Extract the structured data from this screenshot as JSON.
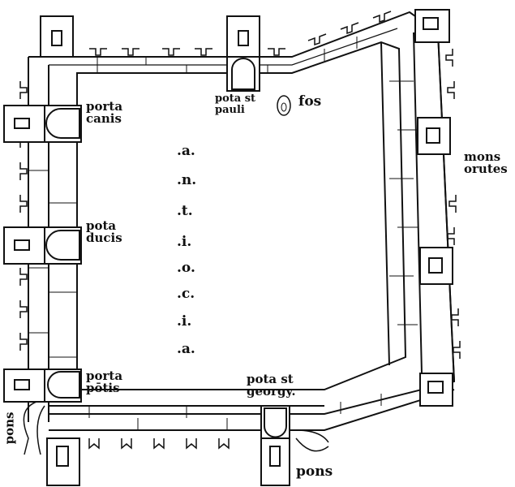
{
  "title": "Antiochia",
  "city_letters": [
    ".a.",
    ".n.",
    ".t.",
    ".i.",
    ".o.",
    ".c.",
    ".i.",
    ".a."
  ],
  "labels": {
    "porta_canis": [
      "porta",
      "canis"
    ],
    "porta_st_pauli": [
      "pota st",
      "pauli"
    ],
    "fos": "fos",
    "mons_orutes": [
      "mons",
      "orutes"
    ],
    "porta_ducis": [
      "pota",
      "ducis"
    ],
    "porta_pontis": [
      "porta",
      "pōtis"
    ],
    "porta_st_georgy": [
      "pota st",
      "georgy."
    ],
    "pons_left": "pons",
    "pons_right": "pons"
  },
  "colors": {
    "ink": "#111111",
    "paper": "#ffffff"
  }
}
